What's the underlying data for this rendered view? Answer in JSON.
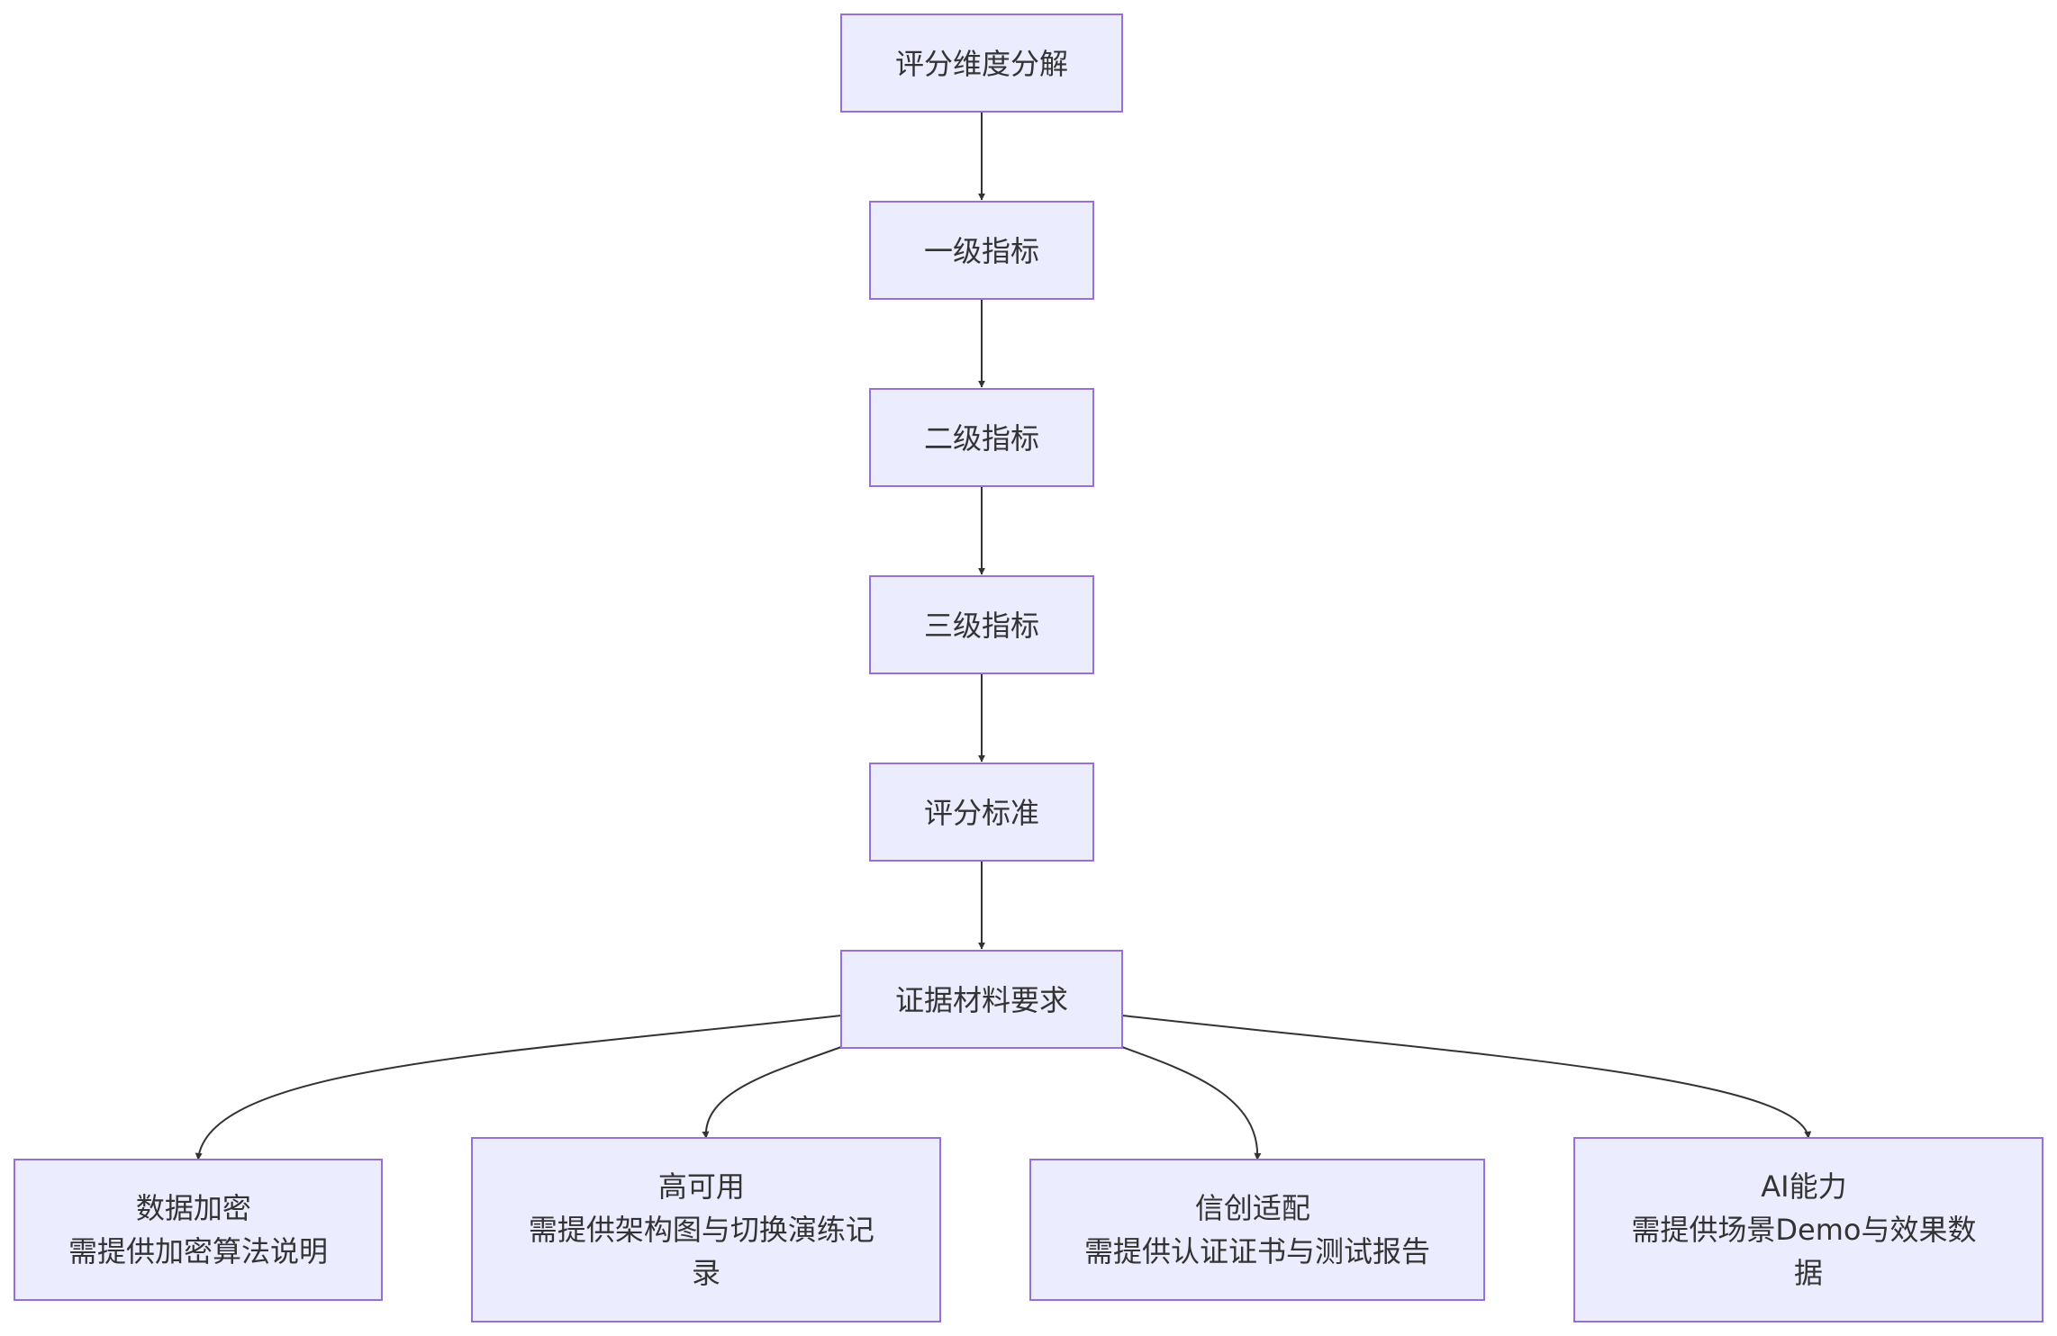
{
  "diagram": {
    "nodes": [
      {
        "id": "root",
        "lines": [
          "评分维度分解"
        ]
      },
      {
        "id": "level1",
        "lines": [
          "一级指标"
        ]
      },
      {
        "id": "level2",
        "lines": [
          "二级指标"
        ]
      },
      {
        "id": "level3",
        "lines": [
          "三级指标"
        ]
      },
      {
        "id": "criteria",
        "lines": [
          "评分标准"
        ]
      },
      {
        "id": "evidence",
        "lines": [
          "证据材料要求"
        ]
      },
      {
        "id": "encryption",
        "lines": [
          "数据加密",
          "需提供加密算法说明"
        ]
      },
      {
        "id": "ha",
        "lines": [
          "高可用",
          "需提供架构图与切换演练记",
          "录"
        ]
      },
      {
        "id": "xinchuang",
        "lines": [
          "信创适配",
          "需提供认证证书与测试报告"
        ]
      },
      {
        "id": "ai",
        "lines": [
          "AI能力",
          "需提供场景Demo与效果数",
          "据"
        ]
      }
    ],
    "edges": [
      {
        "from": "root",
        "to": "level1"
      },
      {
        "from": "level1",
        "to": "level2"
      },
      {
        "from": "level2",
        "to": "level3"
      },
      {
        "from": "level3",
        "to": "criteria"
      },
      {
        "from": "criteria",
        "to": "evidence"
      },
      {
        "from": "evidence",
        "to": "encryption"
      },
      {
        "from": "evidence",
        "to": "ha"
      },
      {
        "from": "evidence",
        "to": "xinchuang"
      },
      {
        "from": "evidence",
        "to": "ai"
      }
    ]
  }
}
